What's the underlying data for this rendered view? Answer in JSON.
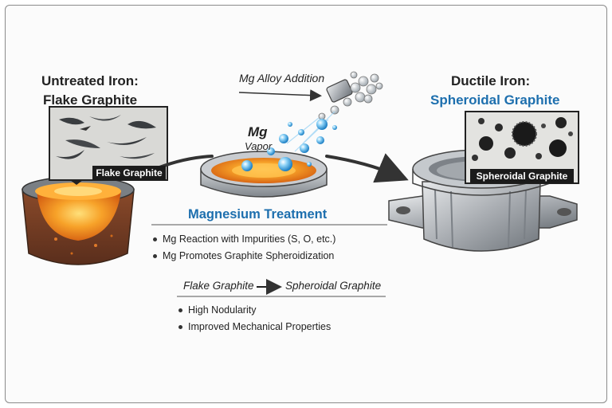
{
  "left_panel": {
    "title_line1": "Untreated Iron:",
    "title_line2": "Flake Graphite",
    "micro_caption": "Flake Graphite"
  },
  "center_panel": {
    "alloy_label": "Mg Alloy Addition",
    "mg_label": "Mg",
    "vapor_label": "Vapor",
    "treatment_title": "Magnesium Treatment",
    "mechanisms": [
      "Mg Reaction with Impurities (S, O, etc.)",
      "Mg Promotes Graphite Spheroidization"
    ],
    "transform_from": "Flake Graphite",
    "transform_to": "Spheroidal Graphite",
    "results": [
      "High Nodularity",
      "Improved Mechanical Properties"
    ]
  },
  "right_panel": {
    "title_line1": "Ductile Iron:",
    "title_line2": "Spheroidal Graphite",
    "micro_caption": "Spheroidal Graphite"
  },
  "colors": {
    "accent_blue": "#1d6fae",
    "molten": "#f08a1e",
    "caption_bg": "#1b1b1b"
  }
}
